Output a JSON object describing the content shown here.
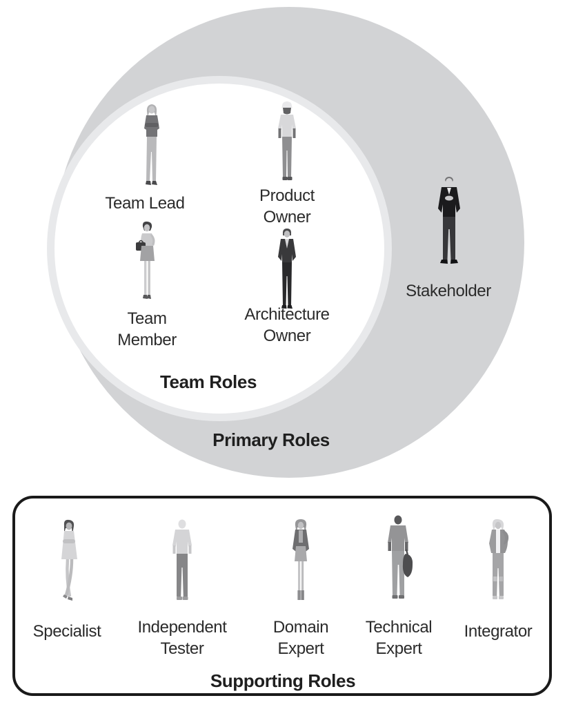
{
  "primary": {
    "title": "Primary Roles",
    "team": {
      "title": "Team Roles",
      "team_lead": "Team Lead",
      "product_owner": "Product\nOwner",
      "team_member": "Team\nMember",
      "architecture_owner": "Architecture\nOwner"
    },
    "stakeholder": "Stakeholder"
  },
  "supporting": {
    "title": "Supporting Roles",
    "specialist": "Specialist",
    "independent_tester": "Independent\nTester",
    "domain_expert": "Domain\nExpert",
    "technical_expert": "Technical\nExpert",
    "integrator": "Integrator"
  },
  "colors": {
    "outer_circle": "#d2d3d5",
    "inner_ring": "#e8e9eb",
    "inner_circle": "#ffffff",
    "box_border": "#1a1a1a",
    "label_text": "#2b2b2b",
    "title_text": "#1f1f1f"
  },
  "figures": [
    "team-lead-person-icon",
    "product-owner-person-icon",
    "team-member-person-icon",
    "architecture-owner-person-icon",
    "stakeholder-person-icon",
    "specialist-person-icon",
    "independent-tester-person-icon",
    "domain-expert-person-icon",
    "technical-expert-person-icon",
    "integrator-person-icon"
  ]
}
